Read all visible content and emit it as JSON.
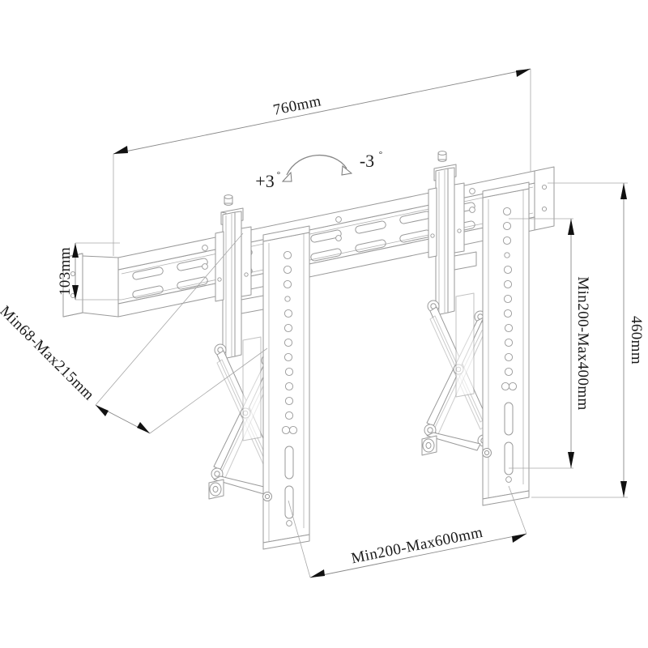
{
  "drawing": {
    "type": "technical-line-drawing",
    "subject": "TV wall mount bracket - tilting full-motion with scissor arms",
    "background_color": "#ffffff",
    "line_color": "#9a9a9a",
    "text_color": "#1a1a1a"
  },
  "dimensions": {
    "width_top": {
      "label": "760mm",
      "value": 760,
      "unit": "mm",
      "orientation": "diagonal-up",
      "position": "top"
    },
    "height_left": {
      "label": "103mm",
      "value": 103,
      "unit": "mm",
      "orientation": "vertical-rotated",
      "position": "left"
    },
    "depth_left": {
      "label": "Min68-Max215mm",
      "min": 68,
      "max": 215,
      "unit": "mm",
      "orientation": "diagonal",
      "position": "left-lower"
    },
    "vesa_vertical": {
      "label": "Min200-Max400mm",
      "min": 200,
      "max": 400,
      "unit": "mm",
      "orientation": "vertical-rotated",
      "position": "right-inner"
    },
    "height_right": {
      "label": "460mm",
      "value": 460,
      "unit": "mm",
      "orientation": "vertical-rotated",
      "position": "right-outer"
    },
    "vesa_horizontal": {
      "label": "Min200-Max600mm",
      "min": 200,
      "max": 600,
      "unit": "mm",
      "orientation": "horizontal-slight-slant",
      "position": "bottom"
    }
  },
  "tilt": {
    "positive": {
      "number": "+3",
      "degree_symbol": "°"
    },
    "negative": {
      "number": "-3",
      "degree_symbol": "°"
    },
    "arc_description": "double-headed curved arrow indicating tilt range"
  }
}
